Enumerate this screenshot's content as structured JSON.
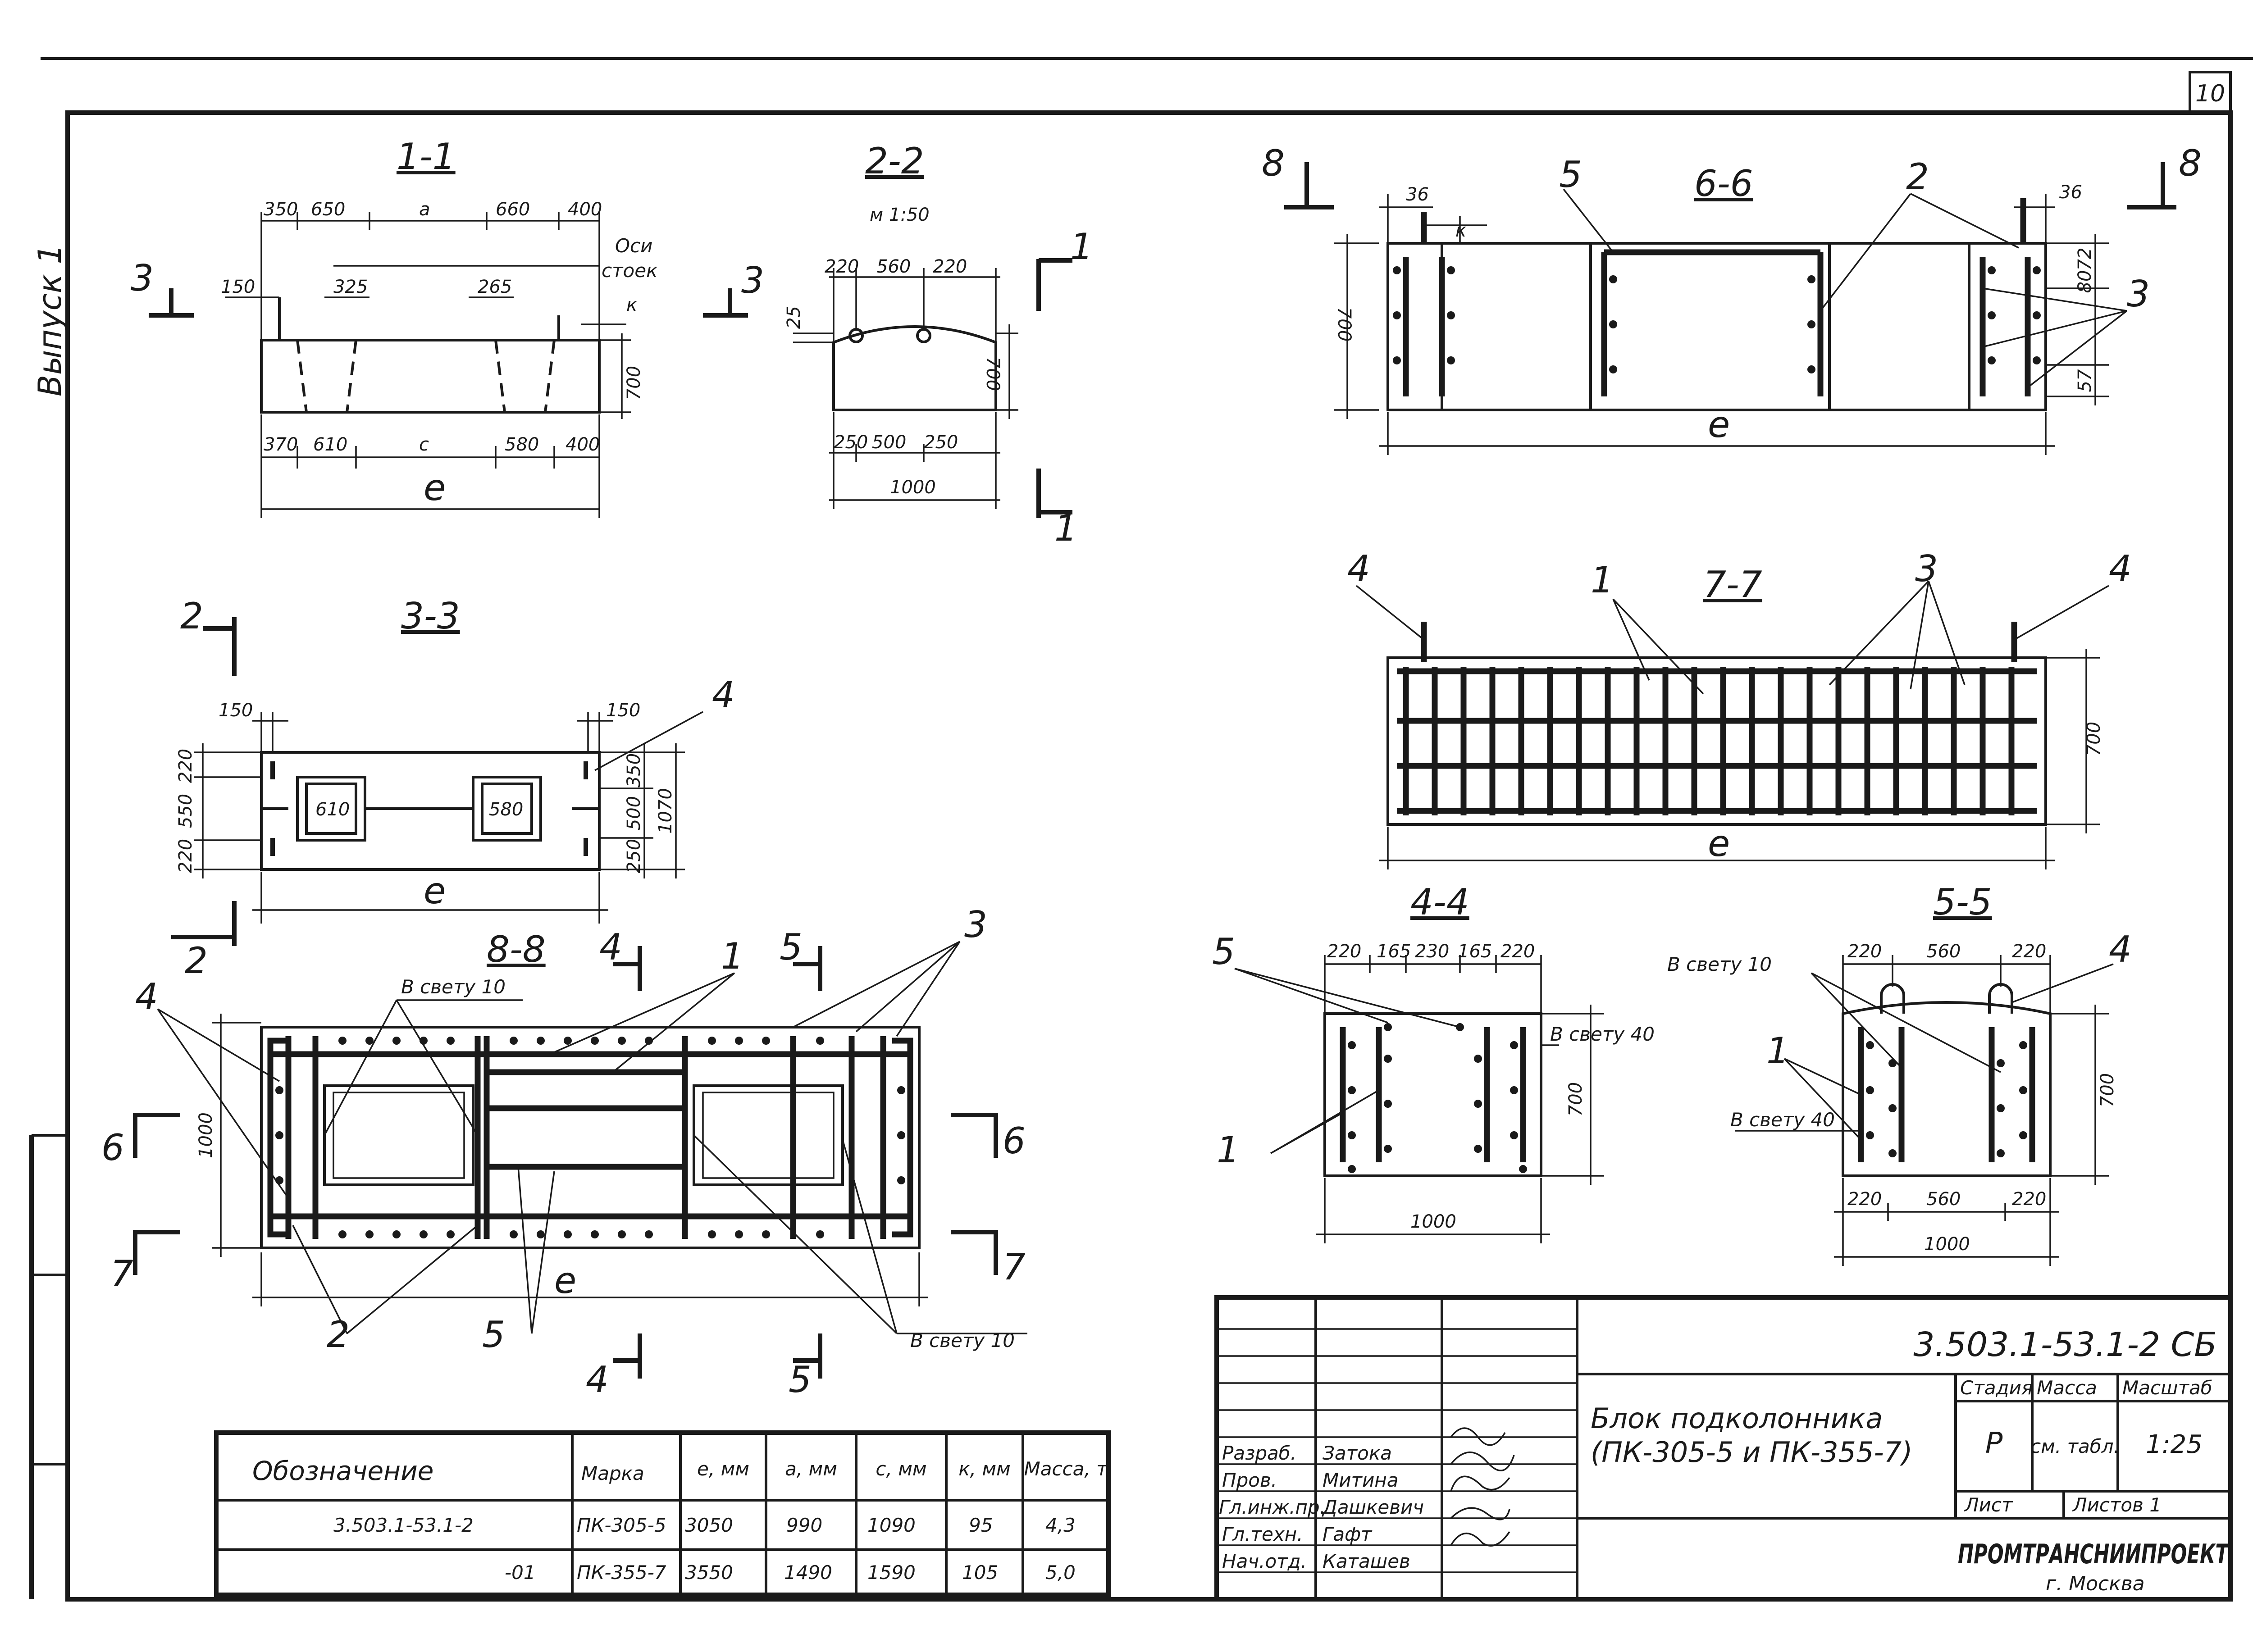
{
  "sheet": {
    "number": "10",
    "vypusk": "Выпуск 1",
    "colors": {
      "ink": "#1a1a1a",
      "paper": "#ffffff"
    }
  },
  "sections": {
    "s11": {
      "title": "1-1",
      "top_dims": [
        "350",
        "650",
        "a",
        "660",
        "400"
      ],
      "axis_note": [
        "Оси",
        "стоек"
      ],
      "inner_dims": [
        "150",
        "325",
        "265"
      ],
      "k": "к",
      "height": "700",
      "bottom_dims": [
        "370",
        "610",
        "c",
        "580",
        "400"
      ],
      "length": "e",
      "cut_marks": [
        "3",
        "3"
      ]
    },
    "s22": {
      "title": "2-2",
      "scale": "м 1:50",
      "top_dims": [
        "220",
        "560",
        "220"
      ],
      "left_dim": "25",
      "height": "700",
      "bottom_dims": [
        "250",
        "500",
        "250"
      ],
      "width": "1000",
      "cut_marks": [
        "1",
        "1"
      ]
    },
    "s33": {
      "title": "3-3",
      "top_dims": [
        "150",
        "150"
      ],
      "left_dims": [
        "220",
        "550",
        "220"
      ],
      "right_dims": [
        "350",
        "500",
        "250"
      ],
      "height": "1070",
      "openings": [
        "610",
        "580"
      ],
      "callout": "4",
      "length": "e",
      "cut_marks": [
        "2",
        "2"
      ]
    },
    "s88": {
      "title": "8-8",
      "height": "1000",
      "length": "e",
      "notes": [
        "В свету 10",
        "В свету 10"
      ],
      "callouts": [
        "1",
        "2",
        "3",
        "4",
        "5"
      ],
      "cut_marks": [
        "4",
        "4",
        "5",
        "5",
        "6",
        "6",
        "7",
        "7"
      ]
    },
    "s66": {
      "title": "6-6",
      "top_dims": [
        "36",
        "36"
      ],
      "k": "к",
      "height": "700",
      "right_dims": [
        "80",
        "72",
        "57"
      ],
      "length": "e",
      "callouts": [
        "2",
        "3",
        "5"
      ],
      "cut_marks": [
        "8",
        "8"
      ]
    },
    "s77": {
      "title": "7-7",
      "height": "700",
      "length": "e",
      "callouts": [
        "1",
        "3",
        "4",
        "4"
      ]
    },
    "s44": {
      "title": "4-4",
      "top_dims": [
        "220",
        "165",
        "230",
        "165",
        "220"
      ],
      "note": "В свету 40",
      "height": "700",
      "width": "1000",
      "callouts": [
        "5",
        "1"
      ]
    },
    "s55": {
      "title": "5-5",
      "top_dims": [
        "220",
        "560",
        "220"
      ],
      "notes": [
        "В свету 10",
        "В свету 40"
      ],
      "height": "700",
      "bottom_dims": [
        "220",
        "560",
        "220"
      ],
      "width": "1000",
      "callouts": [
        "1",
        "4"
      ]
    }
  },
  "spec_table": {
    "headers": [
      "Обозначение",
      "Марка",
      "e, мм",
      "a, мм",
      "c, мм",
      "к, мм",
      "Масса, т"
    ],
    "rows": [
      [
        "3.503.1-53.1-2",
        "ПК-305-5",
        "3050",
        "990",
        "1090",
        "95",
        "4,3"
      ],
      [
        "-01",
        "ПК-355-7",
        "3550",
        "1490",
        "1590",
        "105",
        "5,0"
      ]
    ]
  },
  "title_block": {
    "code": "3.503.1-53.1-2 СБ",
    "name_line1": "Блок подколонника",
    "name_line2": "(ПК-305-5 и ПК-355-7)",
    "roles": [
      "Разраб.",
      "Пров.",
      "Гл.инж.пр.",
      "Гл.техн.",
      "Нач.отд."
    ],
    "people": [
      "Затока",
      "Митина",
      "Дашкевич",
      "Гафт",
      "Каташев"
    ],
    "col_stage": "Стадия",
    "col_mass": "Масса",
    "col_scale": "Масштаб",
    "stage": "Р",
    "mass": "см. табл.",
    "scale": "1:25",
    "sheet_label": "Лист",
    "sheets_label": "Листов 1",
    "org": "ПРОМТРАНСНИИПРОЕКТ",
    "city": "г. Москва"
  }
}
